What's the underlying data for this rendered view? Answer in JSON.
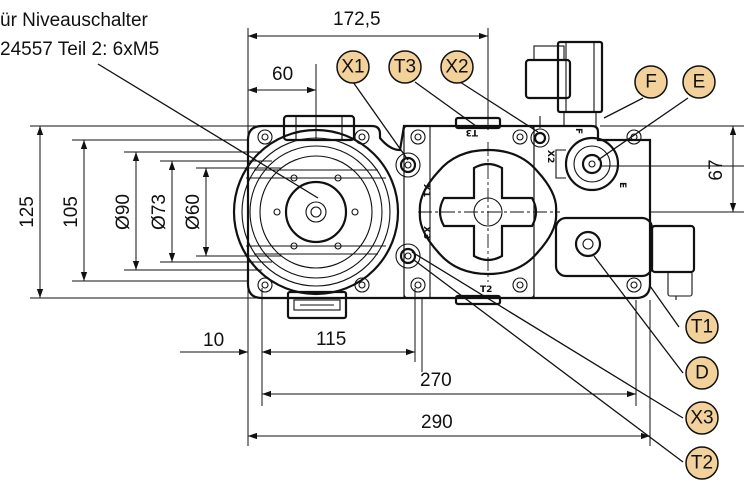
{
  "note": {
    "line1": "ür Niveauschalter",
    "line2": "24557 Teil 2: 6xM5"
  },
  "dimensions": {
    "d172_5": "172,5",
    "d60": "60",
    "d67": "67",
    "d125": "125",
    "d105": "105",
    "dO90": "Ø90",
    "dO73": "Ø73",
    "dO60": "Ø60",
    "d10": "10",
    "d115": "115",
    "d270": "270",
    "d290": "290"
  },
  "callouts": {
    "X1": "X1",
    "T3": "T3",
    "X2": "X2",
    "F": "F",
    "E": "E",
    "T1": "T1",
    "D": "D",
    "X3": "X3",
    "T2": "T2"
  },
  "part_marks": {
    "t3": "T3",
    "t2": "T2",
    "x1": "X1",
    "x2": "X2",
    "x3": "X3",
    "e": "E",
    "f": "F"
  },
  "colors": {
    "callout_fill": "#f3d19b",
    "ink": "#111111"
  }
}
